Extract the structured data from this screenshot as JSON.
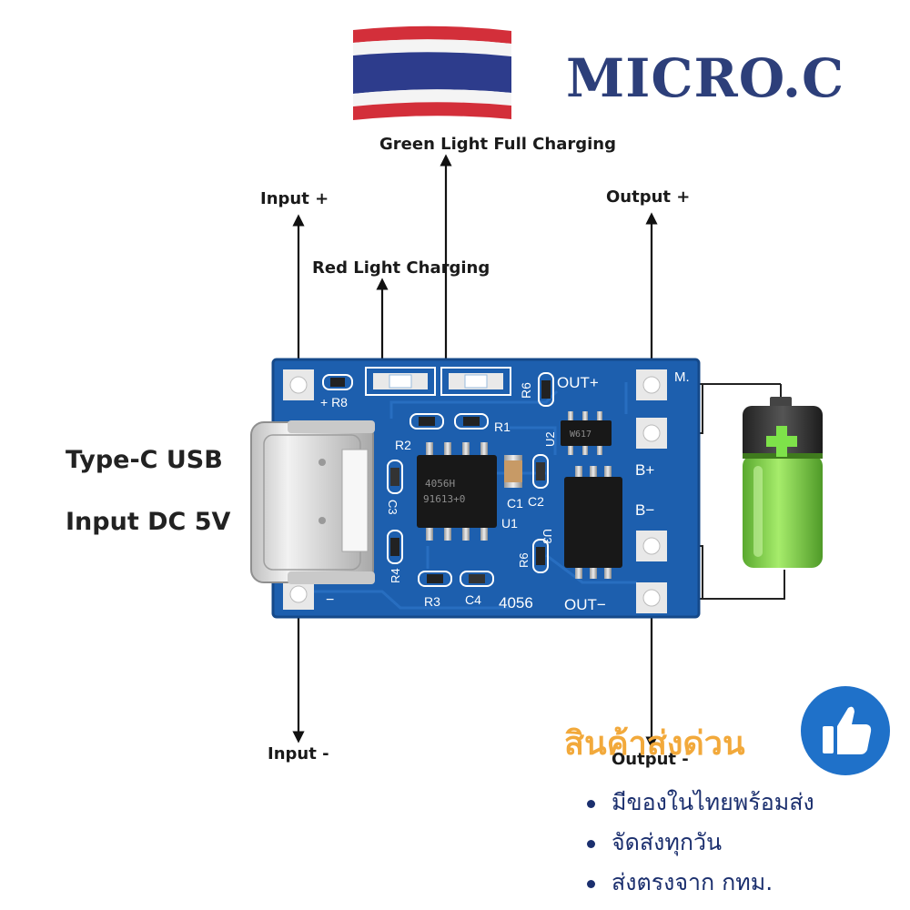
{
  "brand": {
    "name": "Micro.C",
    "display": "MICRO.C"
  },
  "labels": {
    "green_light": "Green Light Full Charging",
    "red_light": "Red Light Charging",
    "input_plus": "Input +",
    "input_minus": "Input -",
    "output_plus": "Output +",
    "output_minus": "Output -",
    "type_c": "Type-C USB",
    "input_dc": "Input DC 5V"
  },
  "board": {
    "chip_main": [
      "4056H",
      "91613+0"
    ],
    "chip_u2": "W617",
    "silkscreen": {
      "r8": "+ R8",
      "r6_top": "R6",
      "out_plus": "OUT+",
      "m": "M.",
      "r1": "R1",
      "r2": "R2",
      "u2": "U2",
      "c3": "C3",
      "c1": "C1",
      "c2": "C2",
      "u1": "U1",
      "b_plus": "B+",
      "b_minus": "B−",
      "u3": "U3",
      "r6": "R6",
      "r4": "R4",
      "minus": "−",
      "r3": "R3",
      "c4": "C4",
      "model": "4056",
      "out_minus": "OUT−"
    }
  },
  "promo": {
    "title": "สินค้าส่งด่วน",
    "bullets": [
      "มีของในไทยพร้อมส่ง",
      "จัดส่งทุกวัน",
      "ส่งตรงจาก กทม."
    ]
  },
  "colors": {
    "pcb": "#1d5fae",
    "brand": "#2d3f7a",
    "promo_title": "#f2a93b",
    "promo_text": "#1b2f6e",
    "thumb_bg": "#1f71c9",
    "flag_red": "#d32f3a",
    "flag_blue": "#2d3c8c",
    "battery_green": "#7fd24a"
  },
  "icons": [
    "thailand-flag-icon",
    "battery-icon",
    "thumbs-up-icon",
    "arrow-icon"
  ]
}
